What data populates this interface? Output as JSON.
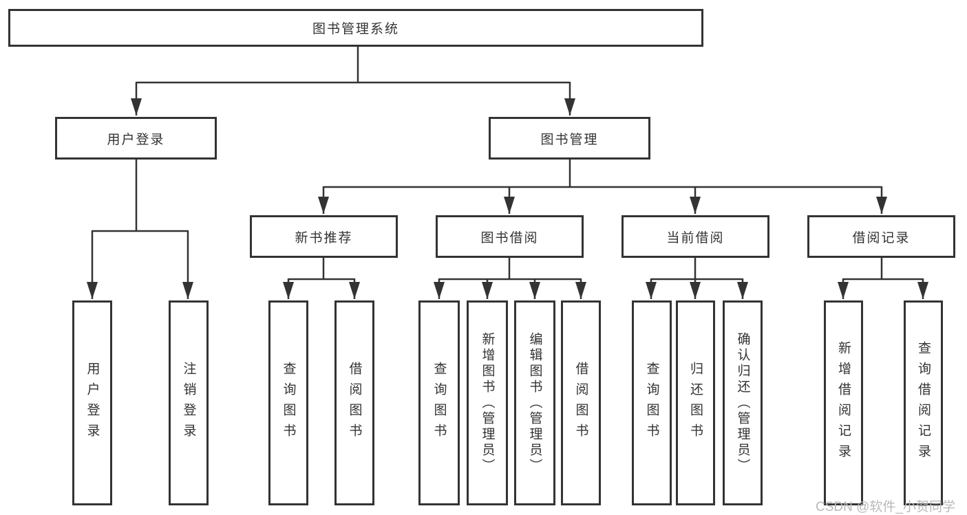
{
  "diagram": {
    "title_node": {
      "label": "图书管理系统"
    },
    "level2": [
      {
        "label": "用户登录"
      },
      {
        "label": "图书管理"
      }
    ],
    "level3": [
      {
        "label": "新书推荐"
      },
      {
        "label": "图书借阅"
      },
      {
        "label": "当前借阅"
      },
      {
        "label": "借阅记录"
      }
    ],
    "leaves": [
      {
        "label": "用户登录"
      },
      {
        "label": "注销登录"
      },
      {
        "label": "查询图书"
      },
      {
        "label": "借阅图书"
      },
      {
        "label": "查询图书"
      },
      {
        "label": "新增图书（管理员）"
      },
      {
        "label": "编辑图书（管理员）"
      },
      {
        "label": "借阅图书"
      },
      {
        "label": "查询图书"
      },
      {
        "label": "归还图书"
      },
      {
        "label": "确认归还（管理员）"
      },
      {
        "label": "新增借阅记录"
      },
      {
        "label": "查询借阅记录"
      }
    ],
    "line_color": "#333333",
    "box_border_color": "#333333",
    "box_background": "#ffffff",
    "text_color": "#333333"
  },
  "watermark": {
    "text": "CSDN @软件_小贺同学",
    "color": "#b9b9b9"
  }
}
